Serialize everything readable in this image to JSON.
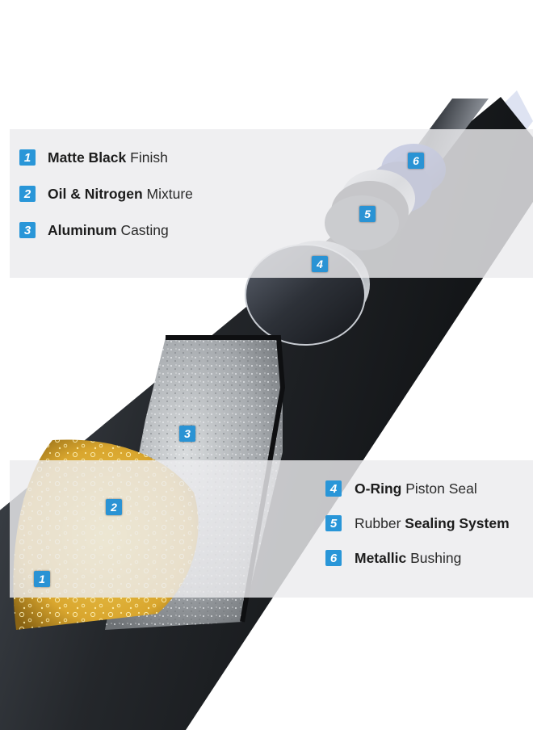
{
  "colors": {
    "badge_blue": "#2996d8",
    "tube_black": "#26292c",
    "oil_yellow": "#e0b43a",
    "aluminum_gray": "#a7aaad",
    "bushing_blue": "#1e2f8a"
  },
  "legend_top": [
    {
      "number": "1",
      "strong": "Matte Black",
      "normal": "Finish"
    },
    {
      "number": "2",
      "strong": "Oil & Nitrogen",
      "normal": "Mixture"
    },
    {
      "number": "3",
      "strong": "Aluminum",
      "normal": "Casting"
    }
  ],
  "legend_bottom": [
    {
      "number": "4",
      "strong": "O-Ring",
      "normal": "Piston Seal"
    },
    {
      "number": "5",
      "normal": "Rubber",
      "strong": "Sealing System"
    },
    {
      "number": "6",
      "strong": "Metallic",
      "normal": "Bushing"
    }
  ],
  "callouts": {
    "c1": "1",
    "c2": "2",
    "c3": "3",
    "c4": "4",
    "c5": "5",
    "c6": "6"
  }
}
